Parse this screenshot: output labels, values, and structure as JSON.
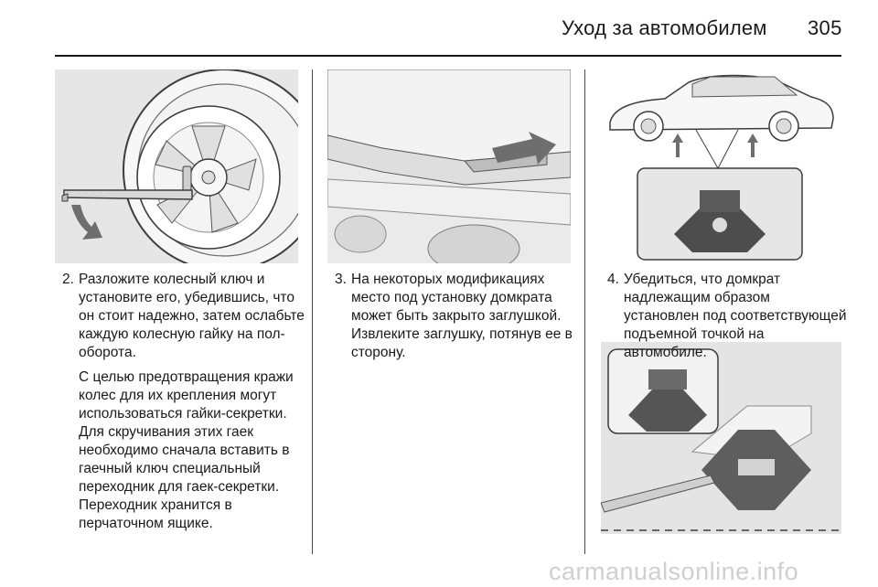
{
  "header": {
    "title": "Уход за автомобилем",
    "page_number": "305"
  },
  "steps": [
    {
      "number": "2.",
      "text": "Разложите колесный ключ и установите его, убедившись, что он стоит надежно, затем ослабьте каждую колесную гайку на пол-оборота.",
      "note": "С целью предотвращения кражи колес для их крепления могут использоваться гайки-секретки. Для скручивания этих гаек необходимо сначала вставить в гаечный ключ специальный переходник для гаек-секретки. Переходник хранится в перчаточном ящике."
    },
    {
      "number": "3.",
      "text": "На некоторых модификациях место под установку домкрата может быть закрыто заглушкой. Извлеките заглушку, потянув ее в сторону."
    },
    {
      "number": "4.",
      "text": "Убедиться, что домкрат надлежащим образом установлен под соответствующей подъемной точкой на автомобиле."
    }
  ],
  "watermark": "carmanualsonline.info",
  "colors": {
    "figure_bg": "#e6e6e6",
    "ink": "#1a1a1a",
    "line": "#3c3c3c"
  }
}
